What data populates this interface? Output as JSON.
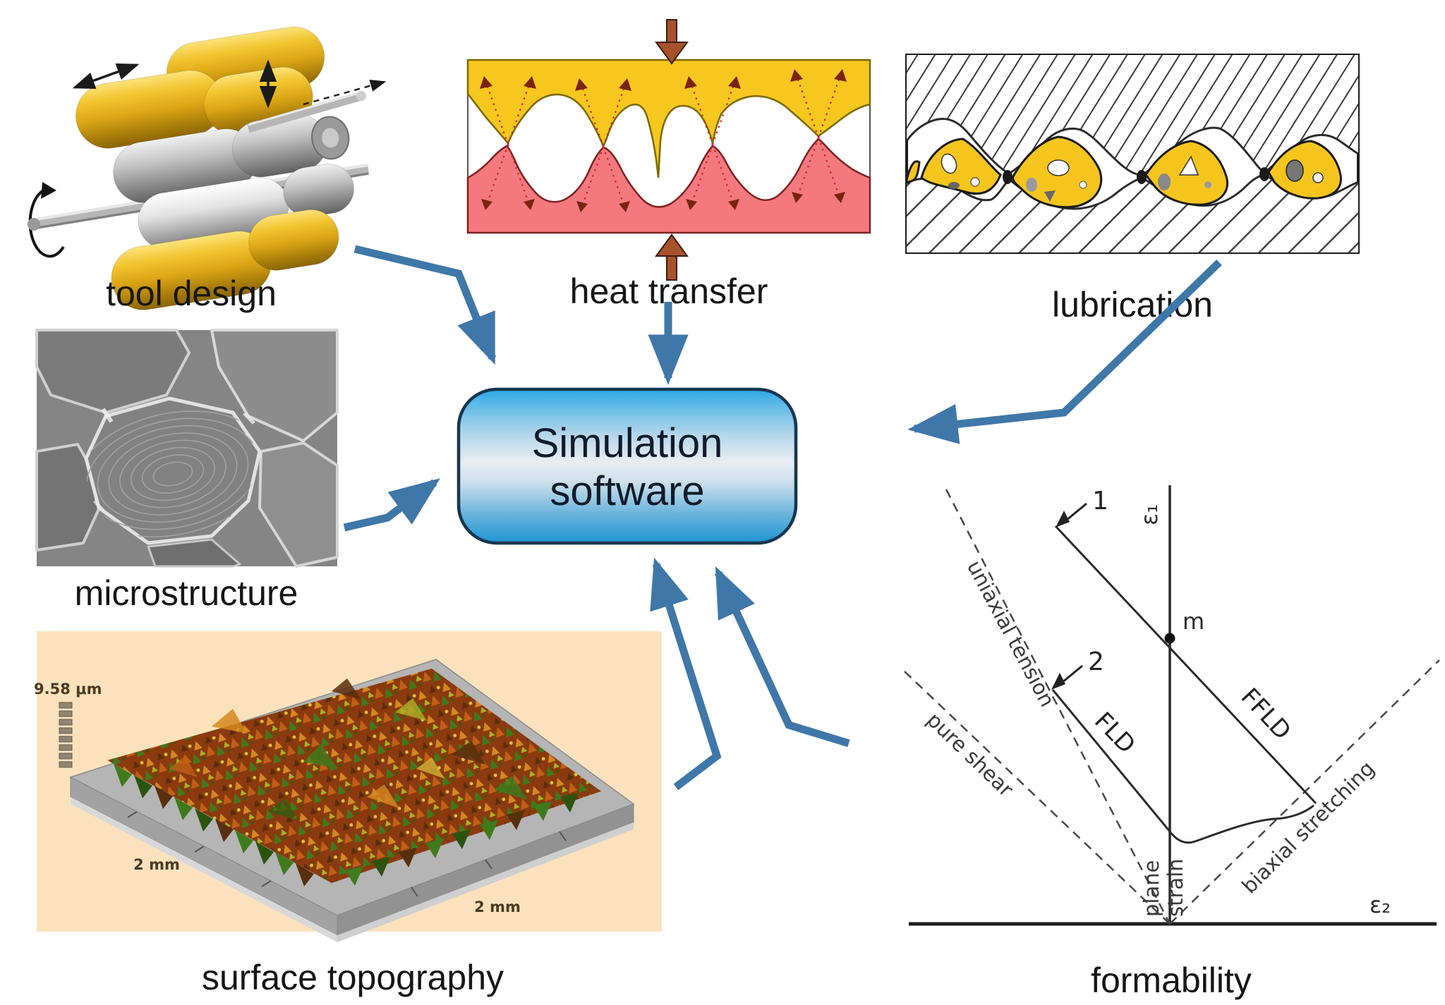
{
  "captions": {
    "tool_design": "tool design",
    "heat_transfer": "heat transfer",
    "lubrication": "lubrication",
    "microstructure": "microstructure",
    "surface_topography": "surface topography",
    "formability": "formability"
  },
  "center_box": {
    "lines": [
      "Simulation",
      "software"
    ]
  },
  "formability": {
    "y_axis": "ε₁",
    "x_axis": "ε₂",
    "uniaxial": "uniaxial tension",
    "pure_shear": "pure shear",
    "biaxial": "biaxial stretching",
    "plane": "plane",
    "strain": "strain",
    "fld": "FLD",
    "ffld": "FFLD",
    "path1": "1",
    "path2": "2",
    "point_m": "m"
  },
  "surface_topography": {
    "height_scale": "9.58 μm",
    "dim_left": "2 mm",
    "dim_right": "2 mm"
  },
  "colors": {
    "arrow_blue": "#3f77a9",
    "box_border": "#17364f",
    "box_blue": "#2aa7e2",
    "heat_yellow": "#f6c71f",
    "heat_pink": "#f4797e",
    "lubricant_yellow": "#f5c51e",
    "topography_bg": "#fbe2bd"
  }
}
